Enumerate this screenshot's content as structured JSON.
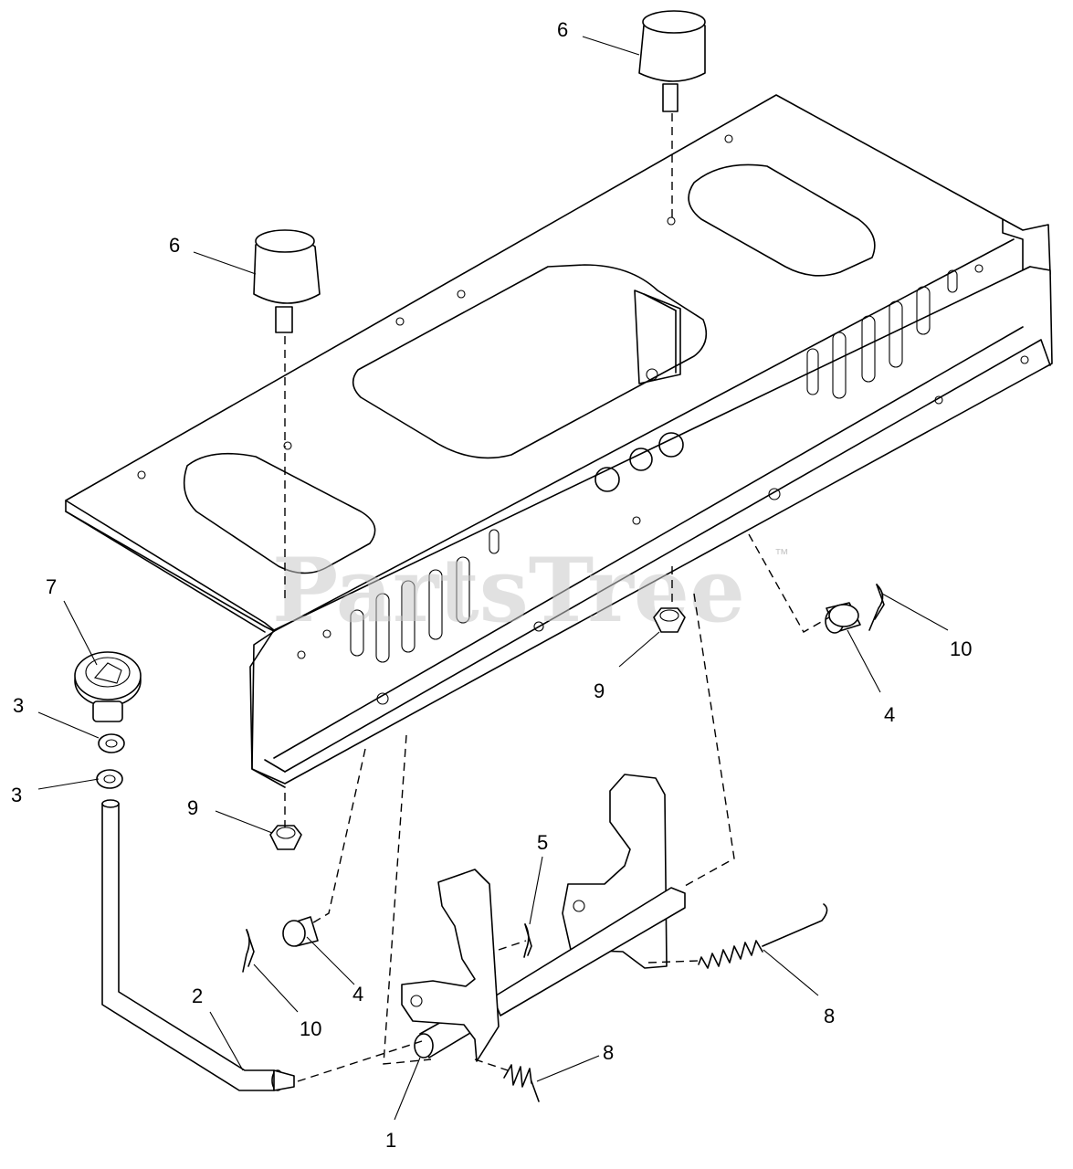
{
  "diagram": {
    "watermark": "PartsTree",
    "watermark_mark": "™",
    "callouts": [
      {
        "id": "c6a",
        "label": "6"
      },
      {
        "id": "c6b",
        "label": "6"
      },
      {
        "id": "c7",
        "label": "7"
      },
      {
        "id": "c3a",
        "label": "3"
      },
      {
        "id": "c3b",
        "label": "3"
      },
      {
        "id": "c9a",
        "label": "9"
      },
      {
        "id": "c9b",
        "label": "9"
      },
      {
        "id": "c4a",
        "label": "4"
      },
      {
        "id": "c4b",
        "label": "4"
      },
      {
        "id": "c10a",
        "label": "10"
      },
      {
        "id": "c10b",
        "label": "10"
      },
      {
        "id": "c5",
        "label": "5"
      },
      {
        "id": "c2",
        "label": "2"
      },
      {
        "id": "c8a",
        "label": "8"
      },
      {
        "id": "c8b",
        "label": "8"
      },
      {
        "id": "c1",
        "label": "1"
      }
    ]
  }
}
